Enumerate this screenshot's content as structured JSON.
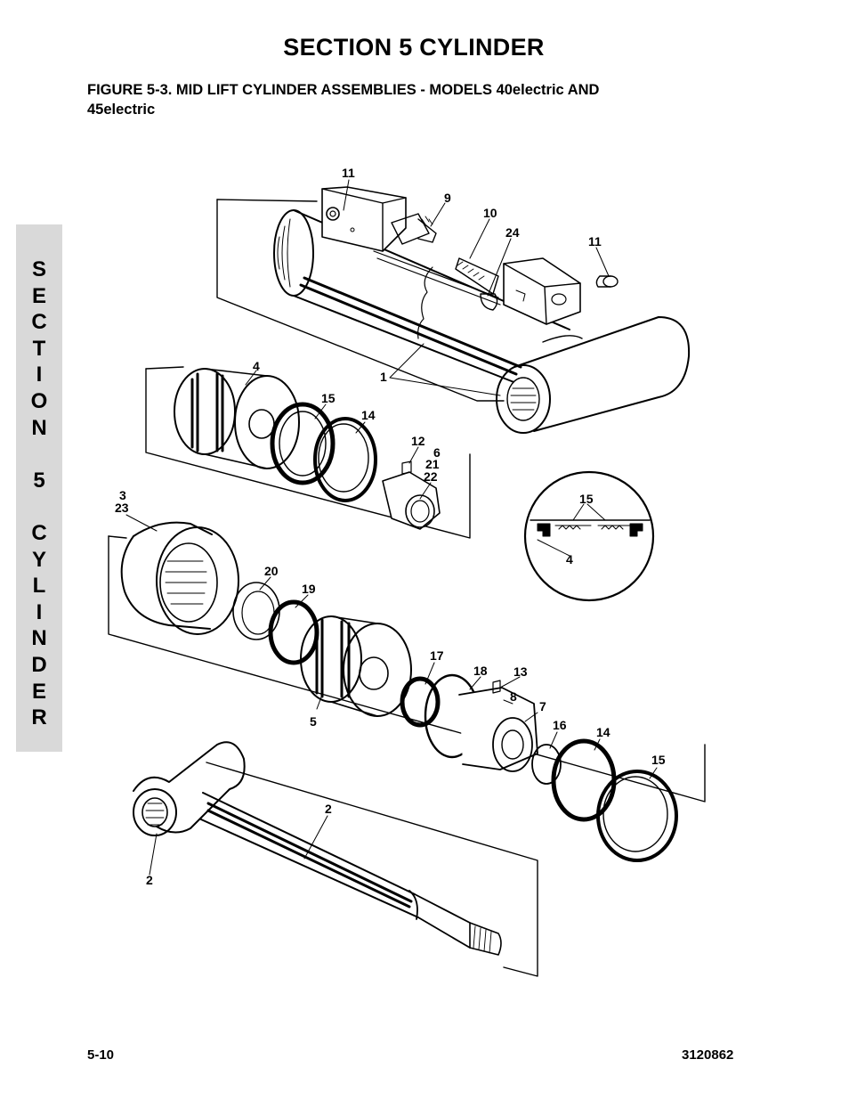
{
  "page": {
    "section_title": "SECTION 5  CYLINDER",
    "figure_caption_line1": "FIGURE 5-3.    MID LIFT CYLINDER ASSEMBLIES - MODELS 40electric AND",
    "figure_caption_line2": "45electric",
    "side_tab_letters": [
      "S",
      "E",
      "C",
      "T",
      "I",
      "O",
      "N",
      "",
      "5",
      "",
      "C",
      "Y",
      "L",
      "I",
      "N",
      "D",
      "E",
      "R"
    ],
    "page_number": "5-10",
    "document_number": "3120862"
  },
  "callouts": {
    "c11a": "11",
    "c9": "9",
    "c10": "10",
    "c24": "24",
    "c11b": "11",
    "c4": "4",
    "c1": "1",
    "c15a": "15",
    "c14a": "14",
    "c12": "12",
    "c6": "6",
    "c21": "21",
    "c22": "22",
    "c3": "3",
    "c23": "23",
    "c15d": "15",
    "c4d": "4",
    "c20": "20",
    "c19": "19",
    "c17": "17",
    "c18": "18",
    "c13": "13",
    "c8": "8",
    "c7": "7",
    "c5": "5",
    "c16": "16",
    "c14b": "14",
    "c15b": "15",
    "c2a": "2",
    "c2b": "2"
  },
  "colors": {
    "line": "#000000",
    "tab_background": "#d9d9d9",
    "page": "#ffffff"
  }
}
